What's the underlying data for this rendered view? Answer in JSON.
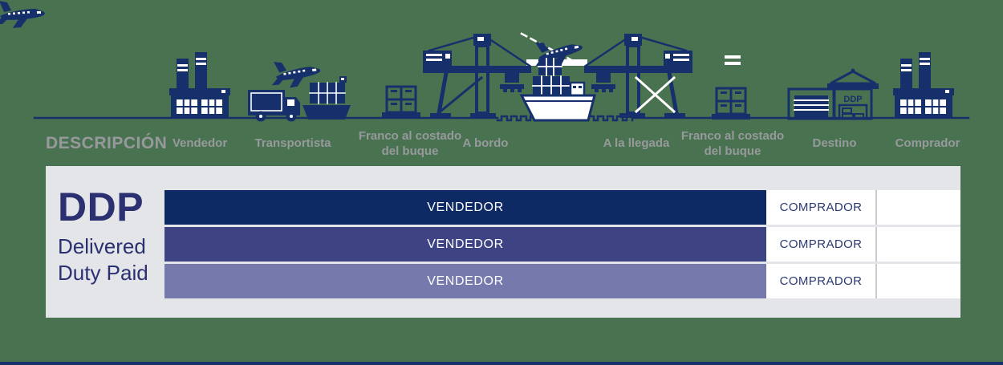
{
  "colors": {
    "background": "#497350",
    "icon_navy": "#16306b",
    "label_gray": "#97999c",
    "table_bg": "#e4e5e9",
    "incoterm_text": "#2b3170",
    "row_bar_colors": [
      "#0d2a64",
      "#3e4384",
      "#7579ab"
    ],
    "buyer_text": "#2b3a72",
    "divider": "#c9cbce",
    "white": "#ffffff"
  },
  "timeline": {
    "description_label": "DESCRIPCIÓN",
    "warehouse_sign": "DDP",
    "stages": [
      {
        "label": "Vendedor"
      },
      {
        "label": "Transportista"
      },
      {
        "label": "Franco al costado del buque"
      },
      {
        "label": "A bordo"
      },
      {
        "label": "A la llegada"
      },
      {
        "label": "Franco al costado del buque"
      },
      {
        "label": "Destino"
      },
      {
        "label": "Comprador"
      }
    ]
  },
  "incoterm": {
    "code": "DDP",
    "name_line1": "Delivered",
    "name_line2": "Duty Paid",
    "rows": [
      {
        "seller_label": "VENDEDOR",
        "buyer_label": "COMPRADOR",
        "bar_color": "#0d2a64"
      },
      {
        "seller_label": "VENDEDOR",
        "buyer_label": "COMPRADOR",
        "bar_color": "#3e4384"
      },
      {
        "seller_label": "VENDEDOR",
        "buyer_label": "COMPRADOR",
        "bar_color": "#7579ab"
      }
    ]
  }
}
